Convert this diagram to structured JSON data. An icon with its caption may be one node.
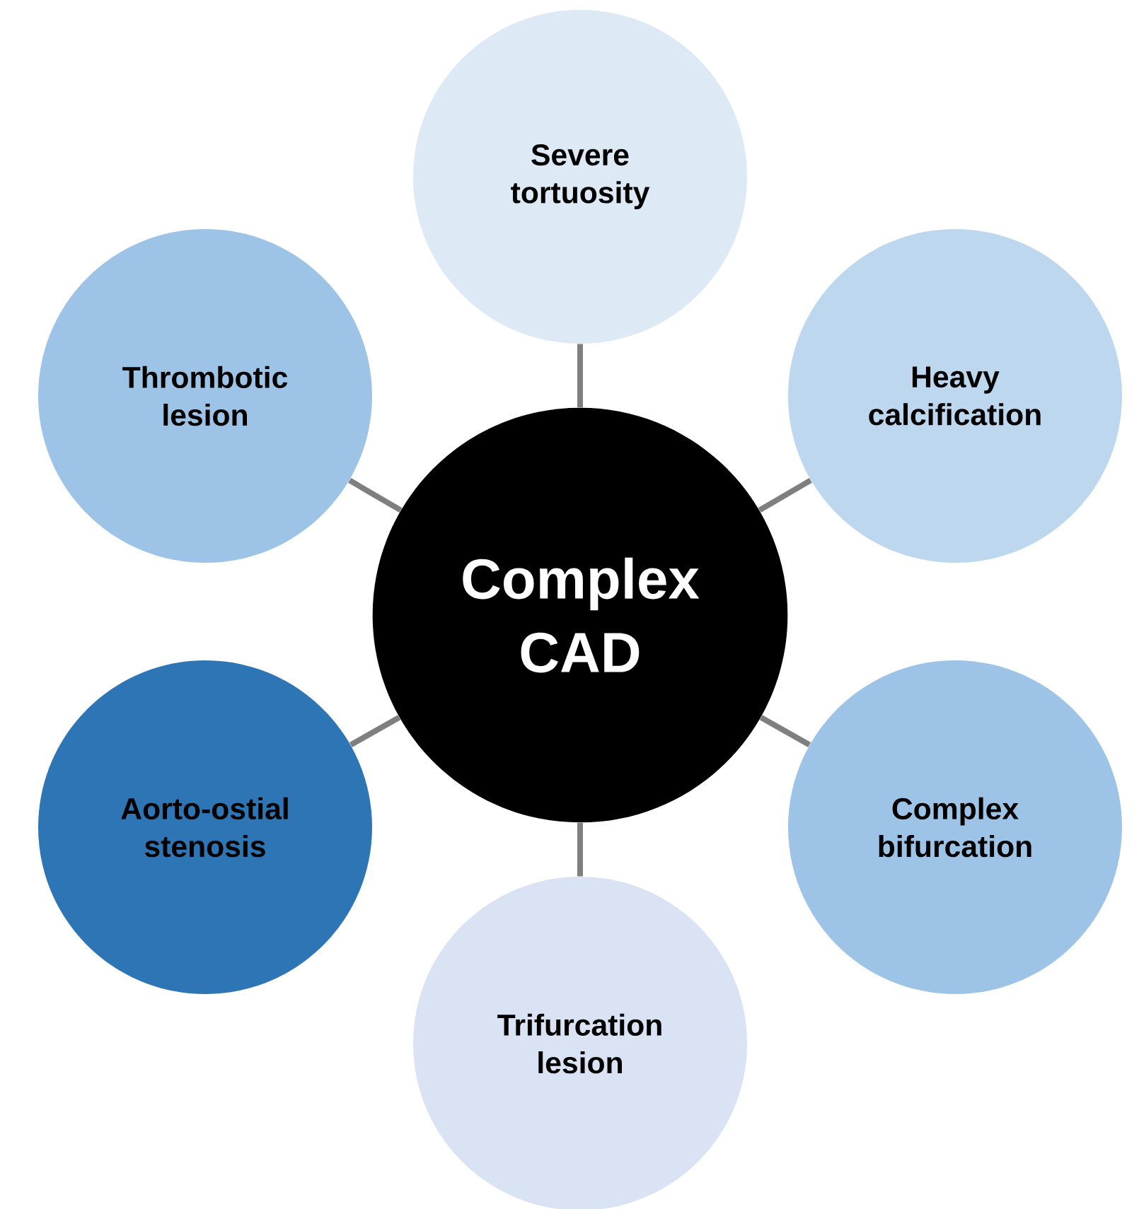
{
  "diagram": {
    "nodes": [
      {
        "text": [
          "Severe tortuosity"
        ]
      },
      {
        "text": [
          "Thrombotic lesion"
        ]
      },
      {
        "text": [
          "Heavy calcification"
        ]
      },
      {
        "text": [
          "Complex CAD"
        ]
      },
      {
        "text": [
          "Aorto-ostial stenosis"
        ]
      },
      {
        "text": [
          "Complex bifurcation"
        ]
      },
      {
        "text": [
          "Trifurcation lesion"
        ]
      }
    ],
    "edges": [
      {
        "from": 3,
        "to": 0,
        "arrow": "none"
      },
      {
        "from": 3,
        "to": 2,
        "arrow": "none"
      },
      {
        "from": 3,
        "to": 5,
        "arrow": "none"
      },
      {
        "from": 3,
        "to": 6,
        "arrow": "none"
      },
      {
        "from": 3,
        "to": 4,
        "arrow": "none"
      },
      {
        "from": 3,
        "to": 1,
        "arrow": "none"
      }
    ]
  }
}
